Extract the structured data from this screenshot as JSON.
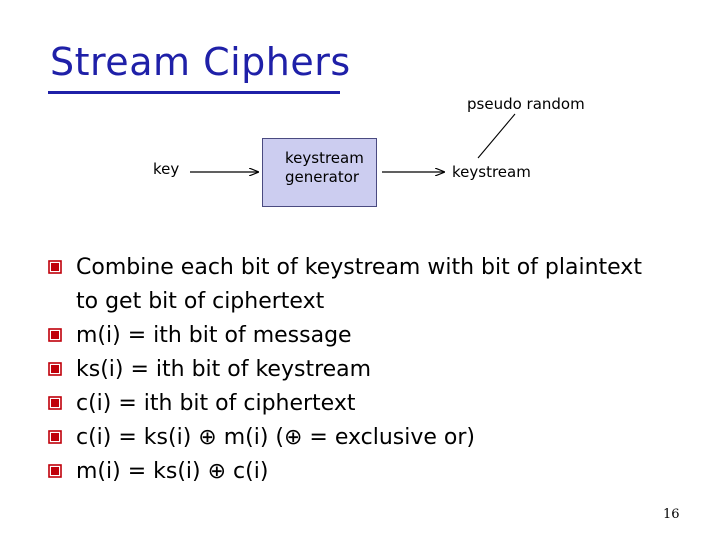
{
  "slide": {
    "title": "Stream Ciphers",
    "page_number": "16",
    "accent_color": "#1f20a8",
    "box_color": "#cccdf0"
  },
  "diagram": {
    "key_label": "key",
    "generator_line1": "keystream",
    "generator_line2": "generator",
    "keystream_label": "keystream",
    "annotation": "pseudo random"
  },
  "bullets": [
    "Combine each bit of keystream with bit of plaintext to get bit of ciphertext",
    "m(i) = ith bit of message",
    "ks(i) = ith bit of keystream",
    "c(i) = ith bit of ciphertext",
    "c(i) = ks(i) ⊕ m(i)   (⊕ = exclusive or)",
    "m(i) = ks(i) ⊕ c(i)"
  ],
  "bullet_icon": "checkbox-bullet-icon"
}
